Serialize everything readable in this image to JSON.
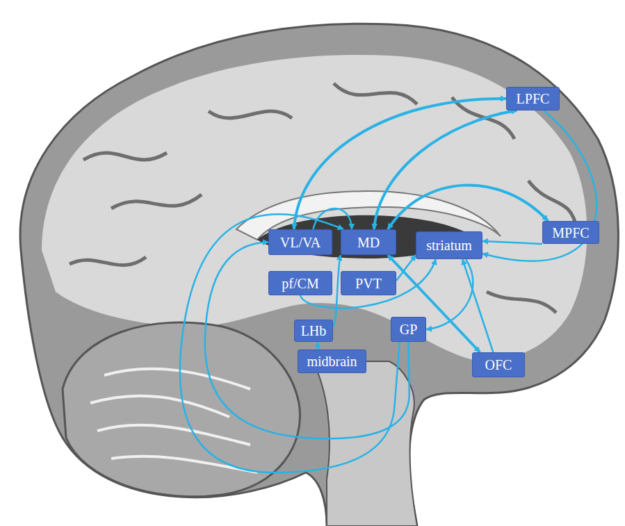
{
  "diagram": {
    "nodes": [
      {
        "text": [
          "LPFC"
        ]
      },
      {
        "text": [
          "VL/VA"
        ]
      },
      {
        "text": [
          "MD"
        ]
      },
      {
        "text": [
          "striatum"
        ]
      },
      {
        "text": [
          "MPFC"
        ]
      },
      {
        "text": [
          "pf/CM"
        ]
      },
      {
        "text": [
          "PVT"
        ]
      },
      {
        "text": [
          "LHb"
        ]
      },
      {
        "text": [
          "GP"
        ]
      },
      {
        "text": [
          "midbrain"
        ]
      },
      {
        "text": [
          "OFC"
        ]
      }
    ],
    "edges": [
      {
        "from": 0,
        "to": 1,
        "arrow": "both"
      },
      {
        "from": 0,
        "to": 2,
        "arrow": "both"
      },
      {
        "from": 4,
        "to": 2,
        "arrow": "both"
      },
      {
        "from": 0,
        "to": 3,
        "arrow": "to"
      },
      {
        "from": 4,
        "to": 3,
        "arrow": "to"
      },
      {
        "from": 10,
        "to": 3,
        "arrow": "to"
      },
      {
        "from": 2,
        "to": 10,
        "arrow": "both"
      },
      {
        "from": 1,
        "to": 2,
        "arrow": "to"
      },
      {
        "from": 3,
        "to": 8,
        "arrow": "to"
      },
      {
        "from": 8,
        "to": 1,
        "arrow": "to"
      },
      {
        "from": 8,
        "to": 2,
        "arrow": "to"
      },
      {
        "from": 5,
        "to": 3,
        "arrow": "to"
      },
      {
        "from": 6,
        "to": 3,
        "arrow": "to"
      },
      {
        "from": 7,
        "to": 2,
        "arrow": "to"
      },
      {
        "from": 9,
        "to": 7,
        "arrow": "to"
      }
    ]
  }
}
